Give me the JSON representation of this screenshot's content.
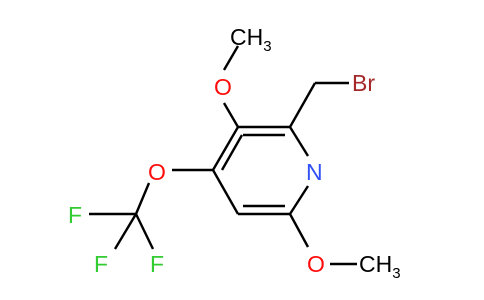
{
  "molecule": {
    "atoms": {
      "o_top": "O",
      "ch3_top": "CH",
      "ch3_top_sub": "3",
      "br": "Br",
      "n": "N",
      "o_left": "O",
      "f_left": "F",
      "f_bottom": "F",
      "f_right": "F",
      "o_bottom": "O",
      "ch3_bottom": "CH",
      "ch3_bottom_sub": "3"
    },
    "colors": {
      "bond": "#000000",
      "oxygen": "#ff0d0d",
      "bromine": "#a62929",
      "nitrogen": "#3050f8",
      "fluorine": "#33cc33",
      "carbon": "#000000"
    }
  }
}
